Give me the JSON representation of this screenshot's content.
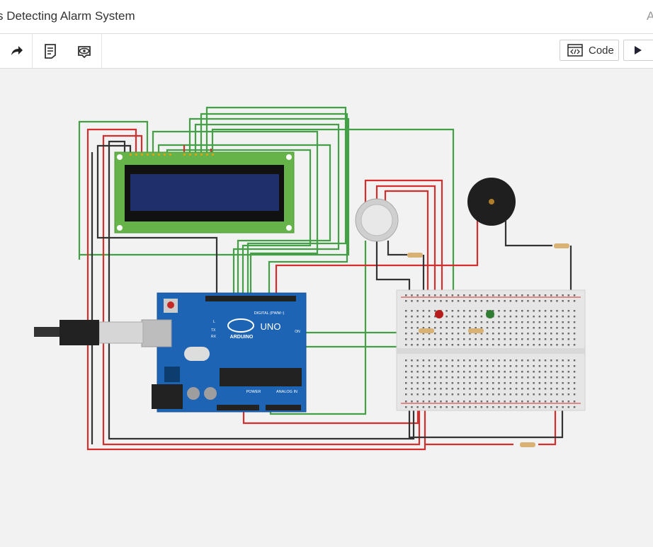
{
  "header": {
    "title": "s Detecting Alarm System",
    "cut_text": "A"
  },
  "toolbar": {
    "icons": [
      "redo-icon",
      "notes-icon",
      "visibility-icon"
    ],
    "code_label": "Code",
    "simulate_icon": "play-icon"
  },
  "circuit": {
    "arduino_brand": "ARDUINO",
    "arduino_model": "UNO",
    "digital_label": "DIGITAL (PWM~)",
    "power_label": "POWER",
    "analog_label": "ANALOG IN",
    "on_label": "ON",
    "led_labels": [
      "L",
      "TX",
      "RX"
    ],
    "components": [
      "arduino-uno",
      "lcd-16x2",
      "gas-sensor",
      "piezo-buzzer",
      "breadboard",
      "red-led",
      "green-led",
      "resistors",
      "usb-cable"
    ],
    "colors": {
      "wire_red": "#d32f2f",
      "wire_green": "#43a047",
      "wire_black": "#333333",
      "board_blue": "#1e64b4",
      "lcd_pcb": "#66b34a",
      "lcd_screen": "#1f2f6b"
    }
  }
}
